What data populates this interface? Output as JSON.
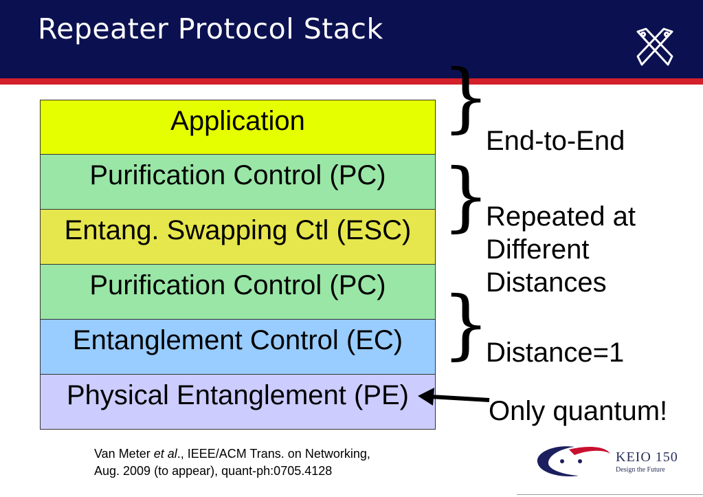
{
  "slide": {
    "title": "Repeater Protocol Stack"
  },
  "colors": {
    "header_bg": "#0b1150",
    "header_stripe": "#d3202a"
  },
  "stack": {
    "layers": [
      {
        "label": "Application",
        "color": "#e6ff00"
      },
      {
        "label": "Purification Control (PC)",
        "color": "#99e6a6"
      },
      {
        "label": "Entang. Swapping Ctl (ESC)",
        "color": "#e6e64d"
      },
      {
        "label": "Purification Control (PC)",
        "color": "#99e6a6"
      },
      {
        "label": "Entanglement Control (EC)",
        "color": "#99ccff"
      },
      {
        "label": "Physical Entanglement (PE)",
        "color": "#ccccff"
      }
    ]
  },
  "annotations": {
    "end_to_end": "End-to-End",
    "repeated_line1": "Repeated at",
    "repeated_line2": "Different",
    "repeated_line3": "Distances",
    "distance_one": "Distance=1",
    "only_quantum": "Only quantum!"
  },
  "citation": {
    "authors": "Van Meter ",
    "etal": "et al",
    "rest_line1": "., IEEE/ACM Trans. on Networking,",
    "line2": "Aug. 2009 (to appear), quant-ph:0705.4128"
  },
  "logo": {
    "name": "KEIO 150",
    "tagline": "Design the Future"
  },
  "icons": {
    "header_emblem": "crossed-pens-icon",
    "logo_mark": "keio-swoosh-icon",
    "pointer": "left-arrow-icon"
  }
}
